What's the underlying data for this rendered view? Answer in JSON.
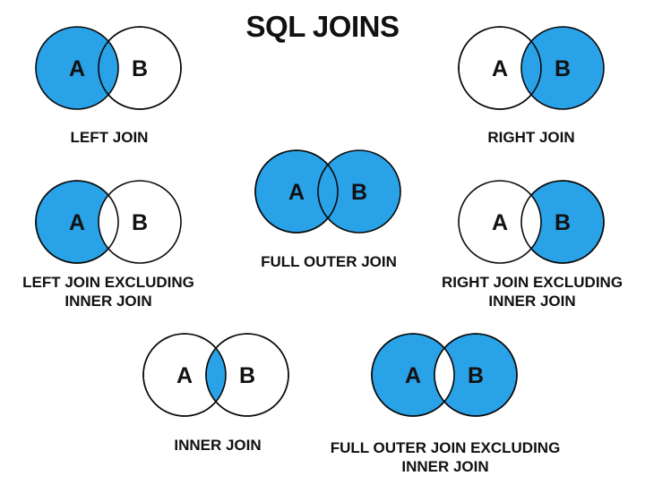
{
  "title": "SQL JOINS",
  "colors": {
    "accent": "#29A2E8",
    "stroke": "#0A0A0A",
    "background": "#FFFFFF",
    "ink": "#111111"
  },
  "diagrams": [
    {
      "name": "left-join",
      "label_a": "A",
      "label_b": "B",
      "shading": "left-circle-filled",
      "caption": "LEFT JOIN"
    },
    {
      "name": "right-join",
      "label_a": "A",
      "label_b": "B",
      "shading": "right-circle-filled",
      "caption": "RIGHT JOIN"
    },
    {
      "name": "left-join-excluding-inner-join",
      "label_a": "A",
      "label_b": "B",
      "shading": "left-circle-filled-intersection-empty",
      "caption": "LEFT JOIN EXCLUDING",
      "caption_line2": "INNER JOIN"
    },
    {
      "name": "full-outer-join",
      "label_a": "A",
      "label_b": "B",
      "shading": "both-circles-filled",
      "caption": "FULL OUTER JOIN"
    },
    {
      "name": "right-join-excluding-inner-join",
      "label_a": "A",
      "label_b": "B",
      "shading": "right-circle-filled-intersection-empty",
      "caption": "RIGHT JOIN EXCLUDING",
      "caption_line2": "INNER JOIN"
    },
    {
      "name": "inner-join",
      "label_a": "A",
      "label_b": "B",
      "shading": "intersection-only-filled",
      "caption": "INNER JOIN"
    },
    {
      "name": "full-outer-join-excluding-inner-join",
      "label_a": "A",
      "label_b": "B",
      "shading": "both-circles-filled-intersection-empty",
      "caption": "FULL OUTER JOIN EXCLUDING",
      "caption_line2": "INNER JOIN"
    }
  ]
}
